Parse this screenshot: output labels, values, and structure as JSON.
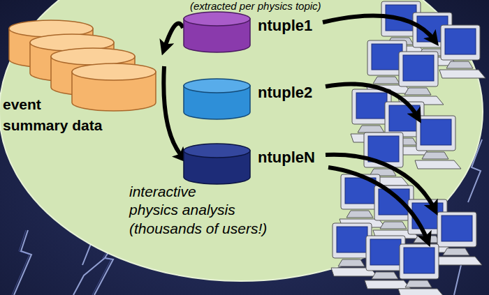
{
  "diagram": {
    "nodes": [
      {
        "text": [
          "event summary data"
        ]
      },
      {
        "text": [
          "ntuple1"
        ]
      },
      {
        "text": [
          "ntuple2"
        ]
      },
      {
        "text": [
          "ntupleN"
        ]
      }
    ],
    "edges": [
      {
        "from": 1,
        "to": 0,
        "arrow": "to"
      },
      {
        "from": 0,
        "to": 3,
        "arrow": "to"
      }
    ],
    "labels": [
      "(extracted per physics topic)",
      "interactive physics analysis (thousands of users!)"
    ]
  }
}
